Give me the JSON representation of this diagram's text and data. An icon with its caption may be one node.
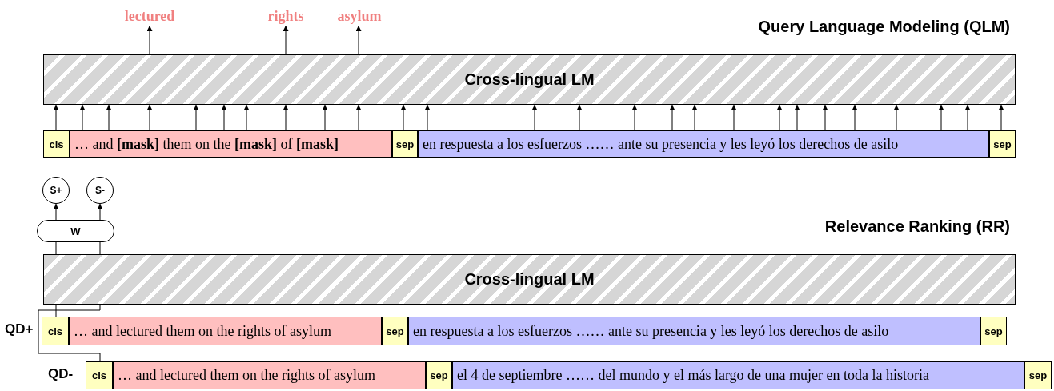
{
  "diagram": {
    "nodes": [
      {
        "text": [
          "lectured"
        ]
      },
      {
        "text": [
          "rights"
        ]
      },
      {
        "text": [
          "asylum"
        ]
      },
      {
        "text": [
          "Cross-lingual LM"
        ]
      },
      {
        "text": [
          "cls"
        ]
      },
      {
        "text": [
          "… and **[mask]** them on the **[mask]** of **[mask]**"
        ]
      },
      {
        "text": [
          "sep"
        ]
      },
      {
        "text": [
          "en respuesta a los esfuerzos …… ante su presencia y les leyó los derechos de asilo"
        ]
      },
      {
        "text": [
          "sep"
        ]
      },
      {
        "text": [
          "S+"
        ]
      },
      {
        "text": [
          "S-"
        ]
      },
      {
        "text": [
          "W"
        ]
      },
      {
        "text": [
          "Cross-lingual LM"
        ]
      },
      {
        "text": [
          "cls"
        ]
      },
      {
        "text": [
          "… and lectured them on the rights of asylum"
        ]
      },
      {
        "text": [
          "sep"
        ]
      },
      {
        "text": [
          "en respuesta a los esfuerzos …… ante su presencia y les leyó los derechos de asilo"
        ]
      },
      {
        "text": [
          "sep"
        ]
      },
      {
        "text": [
          "cls"
        ]
      },
      {
        "text": [
          "… and lectured them on the rights of asylum"
        ]
      },
      {
        "text": [
          "sep"
        ]
      },
      {
        "text": [
          "el 4 de septiembre …… del mundo y el más largo de una mujer en toda la historia"
        ]
      },
      {
        "text": [
          "sep"
        ]
      }
    ],
    "edges": [
      {
        "from": 3,
        "to": 0,
        "arrow": "to"
      },
      {
        "from": 3,
        "to": 1,
        "arrow": "to"
      },
      {
        "from": 3,
        "to": 2,
        "arrow": "to"
      },
      {
        "from": 4,
        "to": 3,
        "arrow": "to"
      },
      {
        "from": 5,
        "to": 3,
        "arrow": "to"
      },
      {
        "from": 5,
        "to": 3,
        "arrow": "to"
      },
      {
        "from": 5,
        "to": 3,
        "arrow": "to"
      },
      {
        "from": 5,
        "to": 3,
        "arrow": "to"
      },
      {
        "from": 5,
        "to": 3,
        "arrow": "to"
      },
      {
        "from": 5,
        "to": 3,
        "arrow": "to"
      },
      {
        "from": 5,
        "to": 3,
        "arrow": "to"
      },
      {
        "from": 5,
        "to": 3,
        "arrow": "to"
      },
      {
        "from": 5,
        "to": 3,
        "arrow": "to"
      },
      {
        "from": 6,
        "to": 3,
        "arrow": "to"
      },
      {
        "from": 7,
        "to": 3,
        "arrow": "to"
      },
      {
        "from": 7,
        "to": 3,
        "arrow": "to"
      },
      {
        "from": 7,
        "to": 3,
        "arrow": "to"
      },
      {
        "from": 7,
        "to": 3,
        "arrow": "to"
      },
      {
        "from": 7,
        "to": 3,
        "arrow": "to"
      },
      {
        "from": 7,
        "to": 3,
        "arrow": "to"
      },
      {
        "from": 7,
        "to": 3,
        "arrow": "to"
      },
      {
        "from": 7,
        "to": 3,
        "arrow": "to"
      },
      {
        "from": 7,
        "to": 3,
        "arrow": "to"
      },
      {
        "from": 7,
        "to": 3,
        "arrow": "to"
      },
      {
        "from": 7,
        "to": 3,
        "arrow": "to"
      },
      {
        "from": 7,
        "to": 3,
        "arrow": "to"
      },
      {
        "from": 7,
        "to": 3,
        "arrow": "to"
      },
      {
        "from": 7,
        "to": 3,
        "arrow": "to"
      },
      {
        "from": 8,
        "to": 3,
        "arrow": "to"
      },
      {
        "from": 11,
        "to": 9,
        "arrow": "to"
      },
      {
        "from": 11,
        "to": 10,
        "arrow": "to"
      },
      {
        "from": 12,
        "to": 11,
        "arrow": "none"
      },
      {
        "from": 12,
        "to": 11,
        "arrow": "none"
      },
      {
        "from": 13,
        "to": 12,
        "arrow": "none"
      },
      {
        "from": 18,
        "to": 12,
        "arrow": "none"
      }
    ],
    "labels": [
      "Query Language Modeling (QLM)",
      "Relevance Ranking (RR)",
      "QD+",
      "QD-"
    ]
  }
}
